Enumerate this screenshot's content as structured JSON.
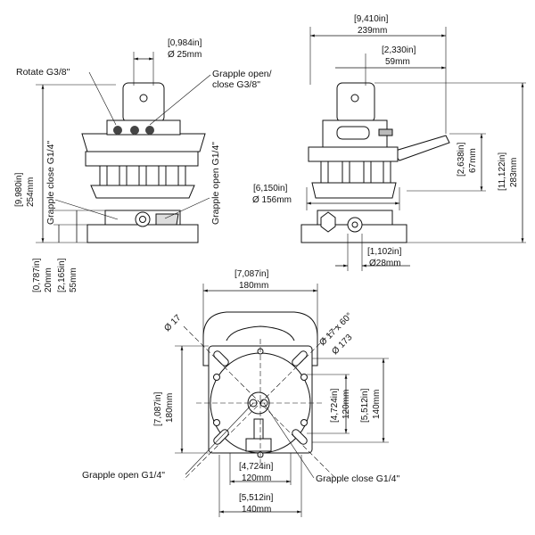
{
  "front_view": {
    "top_width_in": "[0,984in]",
    "top_width_mm": "Ø 25mm",
    "port_rotate": "Rotate G3/8\"",
    "port_grapple_open_1": "Grapple open/",
    "port_grapple_open_2": "close G3/8\"",
    "grapple_close_vertical": "Grapple close G1/4\"",
    "grapple_open_vertical": "Grapple open G1/4\"",
    "height_in": "[9,980in]",
    "height_mm": "254mm",
    "small_in": "[0,787in]",
    "small_mm": "20mm",
    "base_in": "[2,165in]",
    "base_mm": "55mm"
  },
  "side_view": {
    "width_in": "[9,410in]",
    "width_mm": "239mm",
    "inner_in": "[2,330in]",
    "inner_mm": "59mm",
    "diam_in": "[6,150in]",
    "diam_mm": "Ø 156mm",
    "h1_in": "[2,638in]",
    "h1_mm": "67mm",
    "h2_in": "[11,122in]",
    "h2_mm": "283mm",
    "pin_in": "[1,102in]",
    "pin_mm": "Ø28mm"
  },
  "bottom_view": {
    "width_in": "[7,087in]",
    "width_mm": "180mm",
    "height_in": "[7,087in]",
    "height_mm": "180mm",
    "hole_dia": "Ø 17",
    "hole_spec": "Ø 17 x 60°",
    "bolt_circle": "Ø 173",
    "pitch_v_in": "[4,724in]",
    "pitch_v_mm": "120mm",
    "outer_v_in": "[5,512in]",
    "outer_v_mm": "140mm",
    "pitch_h_in": "[4,724in]",
    "pitch_h_mm": "120mm",
    "outer_h_in": "[5,512in]",
    "outer_h_mm": "140mm",
    "port_open": "Grapple open G1/4\"",
    "port_close": "Grapple close G1/4\""
  }
}
